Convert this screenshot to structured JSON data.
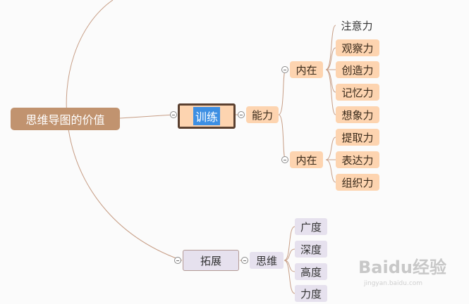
{
  "root": {
    "label": "思维导图的价值"
  },
  "branches": {
    "training": {
      "label": "训练",
      "child": {
        "label": "能力",
        "groups": [
          {
            "label": "内在",
            "items": [
              "注意力",
              "观察力",
              "创造力",
              "记忆力",
              "想象力"
            ]
          },
          {
            "label": "内在",
            "items": [
              "提取力",
              "表达力",
              "组织力"
            ]
          }
        ]
      }
    },
    "expand": {
      "label": "拓展",
      "child": {
        "label": "思维",
        "items": [
          "广度",
          "深度",
          "高度",
          "力度"
        ]
      }
    }
  },
  "watermark": {
    "brand": "Baidu经验",
    "url": "jingyan.baidu.com"
  },
  "colors": {
    "root": "#c1936f",
    "orange_node": "#fdd4b0",
    "lavender_node": "#e6e1ee",
    "connector": "#c79e86",
    "selection": "#3d8fe3"
  }
}
